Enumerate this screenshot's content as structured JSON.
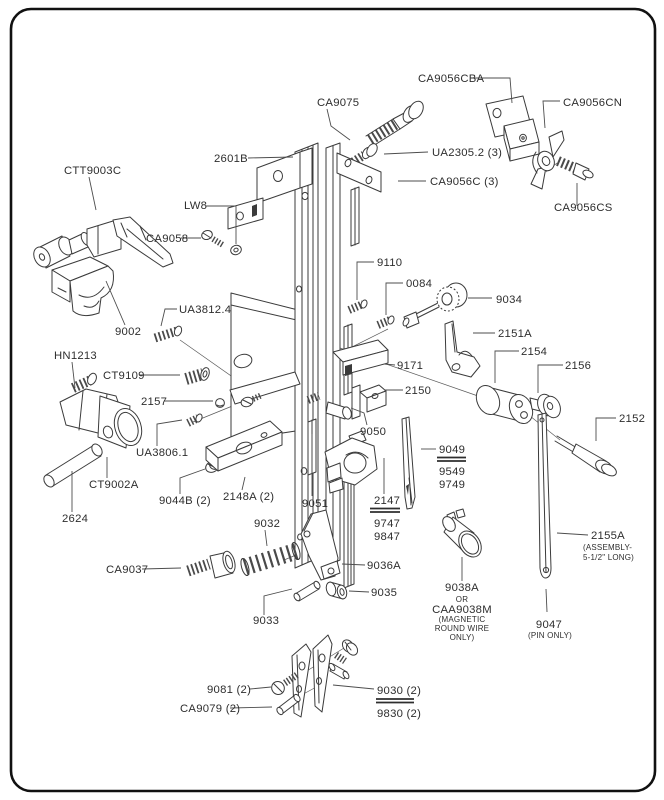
{
  "figure": {
    "kind": "exploded-parts-diagram",
    "colors": {
      "background": "#ffffff",
      "ink": "#3b3b3b",
      "leader_line": "#4d4d4d",
      "label_text": "#2e2e2e",
      "border": "#111111"
    }
  },
  "parts": {
    "ca9056cba": "CA9056CBA",
    "ca9056cn": "CA9056CN",
    "ca9075": "CA9075",
    "ua2305_2": "UA2305.2 (3)",
    "p2601b": "2601B",
    "ca9056c": "CA9056C (3)",
    "ca9056cs": "CA9056CS",
    "ctt9003c": "CTT9003C",
    "lw8": "LW8",
    "ca9058": "CA9058",
    "p9110": "9110",
    "p0084": "0084",
    "p9034": "9034",
    "p9002": "9002",
    "ua3812_4": "UA3812.4",
    "p2151a": "2151A",
    "p2154": "2154",
    "p2156": "2156",
    "hn1213": "HN1213",
    "ct9109": "CT9109",
    "p2157": "2157",
    "p9171": "9171",
    "p2150": "2150",
    "p2152": "2152",
    "ua3806_1": "UA3806.1",
    "p9050": "9050",
    "ct9002a": "CT9002A",
    "p9049": "9049",
    "p9549": "9549",
    "p9749": "9749",
    "p2624": "2624",
    "p9044b": "9044B (2)",
    "p2148a": "2148A (2)",
    "p9051": "9051",
    "p2147": "2147",
    "p9747": "9747",
    "p9847": "9847",
    "p9032": "9032",
    "ca9037": "CA9037",
    "p9036a": "9036A",
    "p9035": "9035",
    "p9033": "9033",
    "p2155a": "2155A",
    "p2155a_note1": "(ASSEMBLY-",
    "p2155a_note2": "5-1/2\" LONG)",
    "p9038a": "9038A",
    "p9038a_or": "OR",
    "caa9038m": "CAA9038M",
    "caa9038m_note1": "(MAGNETIC",
    "caa9038m_note2": "ROUND WIRE",
    "caa9038m_note3": "ONLY)",
    "p9047": "9047",
    "p9047_note": "(PIN ONLY)",
    "p9081": "9081 (2)",
    "ca9079": "CA9079 (2)",
    "p9030": "9030 (2)",
    "p9830": "9830 (2)"
  }
}
